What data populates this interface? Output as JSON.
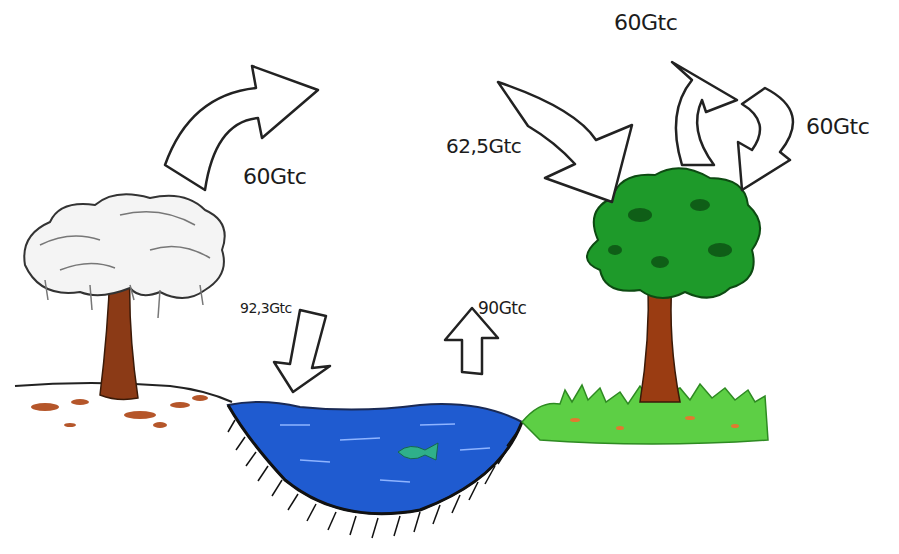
{
  "diagram": {
    "labels": [
      "60Gtc",
      "60Gtc",
      "62,5Gtc",
      "60Gtc",
      "92,3Gtc",
      "90Gtc"
    ]
  }
}
